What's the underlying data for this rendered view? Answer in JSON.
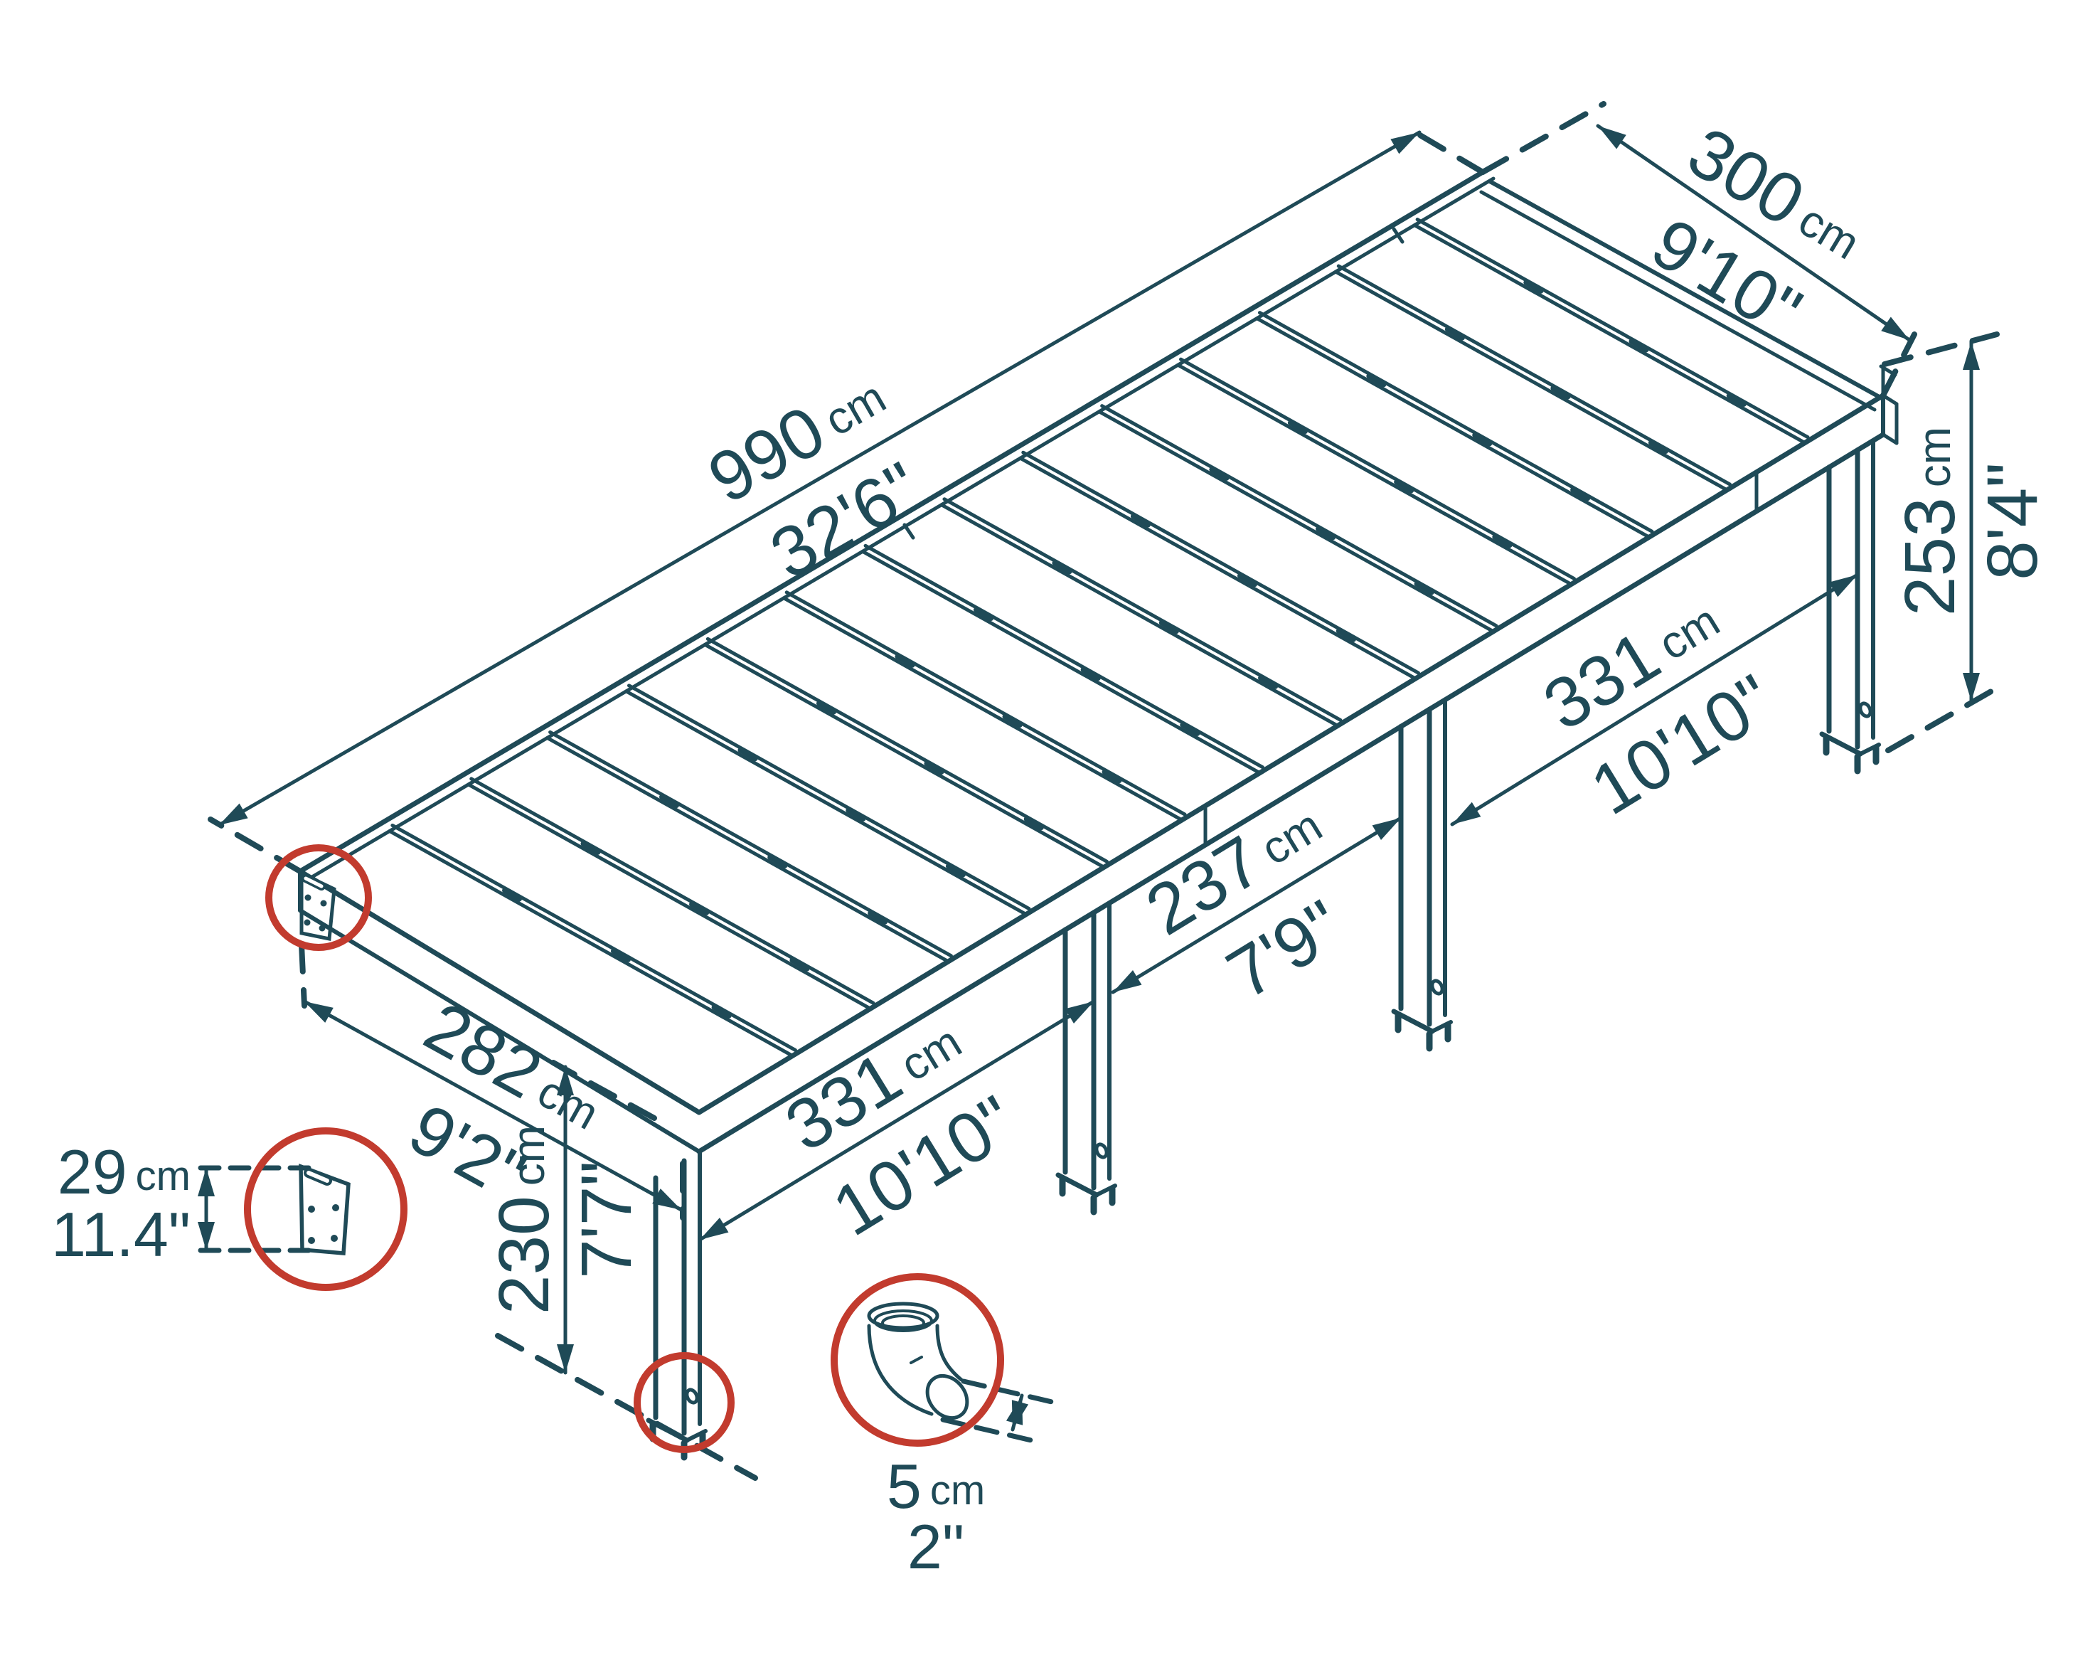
{
  "diagram": {
    "kind": "isometric pergola dimension drawing",
    "colors": {
      "line": "#1f4a57",
      "accent_red": "#c23b2e",
      "background": "#ffffff"
    },
    "dimensions": {
      "length": {
        "value": "990",
        "unit": "cm",
        "imperial": "32'6\""
      },
      "width": {
        "value": "300",
        "unit": "cm",
        "imperial": "9'10\""
      },
      "height_rear": {
        "value": "253",
        "unit": "cm",
        "imperial": "8'4\""
      },
      "bay_right": {
        "value": "331",
        "unit": "cm",
        "imperial": "10'10\""
      },
      "bay_center": {
        "value": "237",
        "unit": "cm",
        "imperial": "7'9\""
      },
      "bay_left": {
        "value": "331",
        "unit": "cm",
        "imperial": "10'10\""
      },
      "depth_front": {
        "value": "282",
        "unit": "cm",
        "imperial": "9'2\""
      },
      "post_height": {
        "value": "230",
        "unit": "cm",
        "imperial": "7'7\""
      },
      "bracket_height": {
        "value": "29",
        "unit": "cm",
        "imperial": "11.4\""
      },
      "drain_elbow": {
        "value": "5",
        "unit": "cm",
        "imperial": "2\""
      }
    }
  }
}
